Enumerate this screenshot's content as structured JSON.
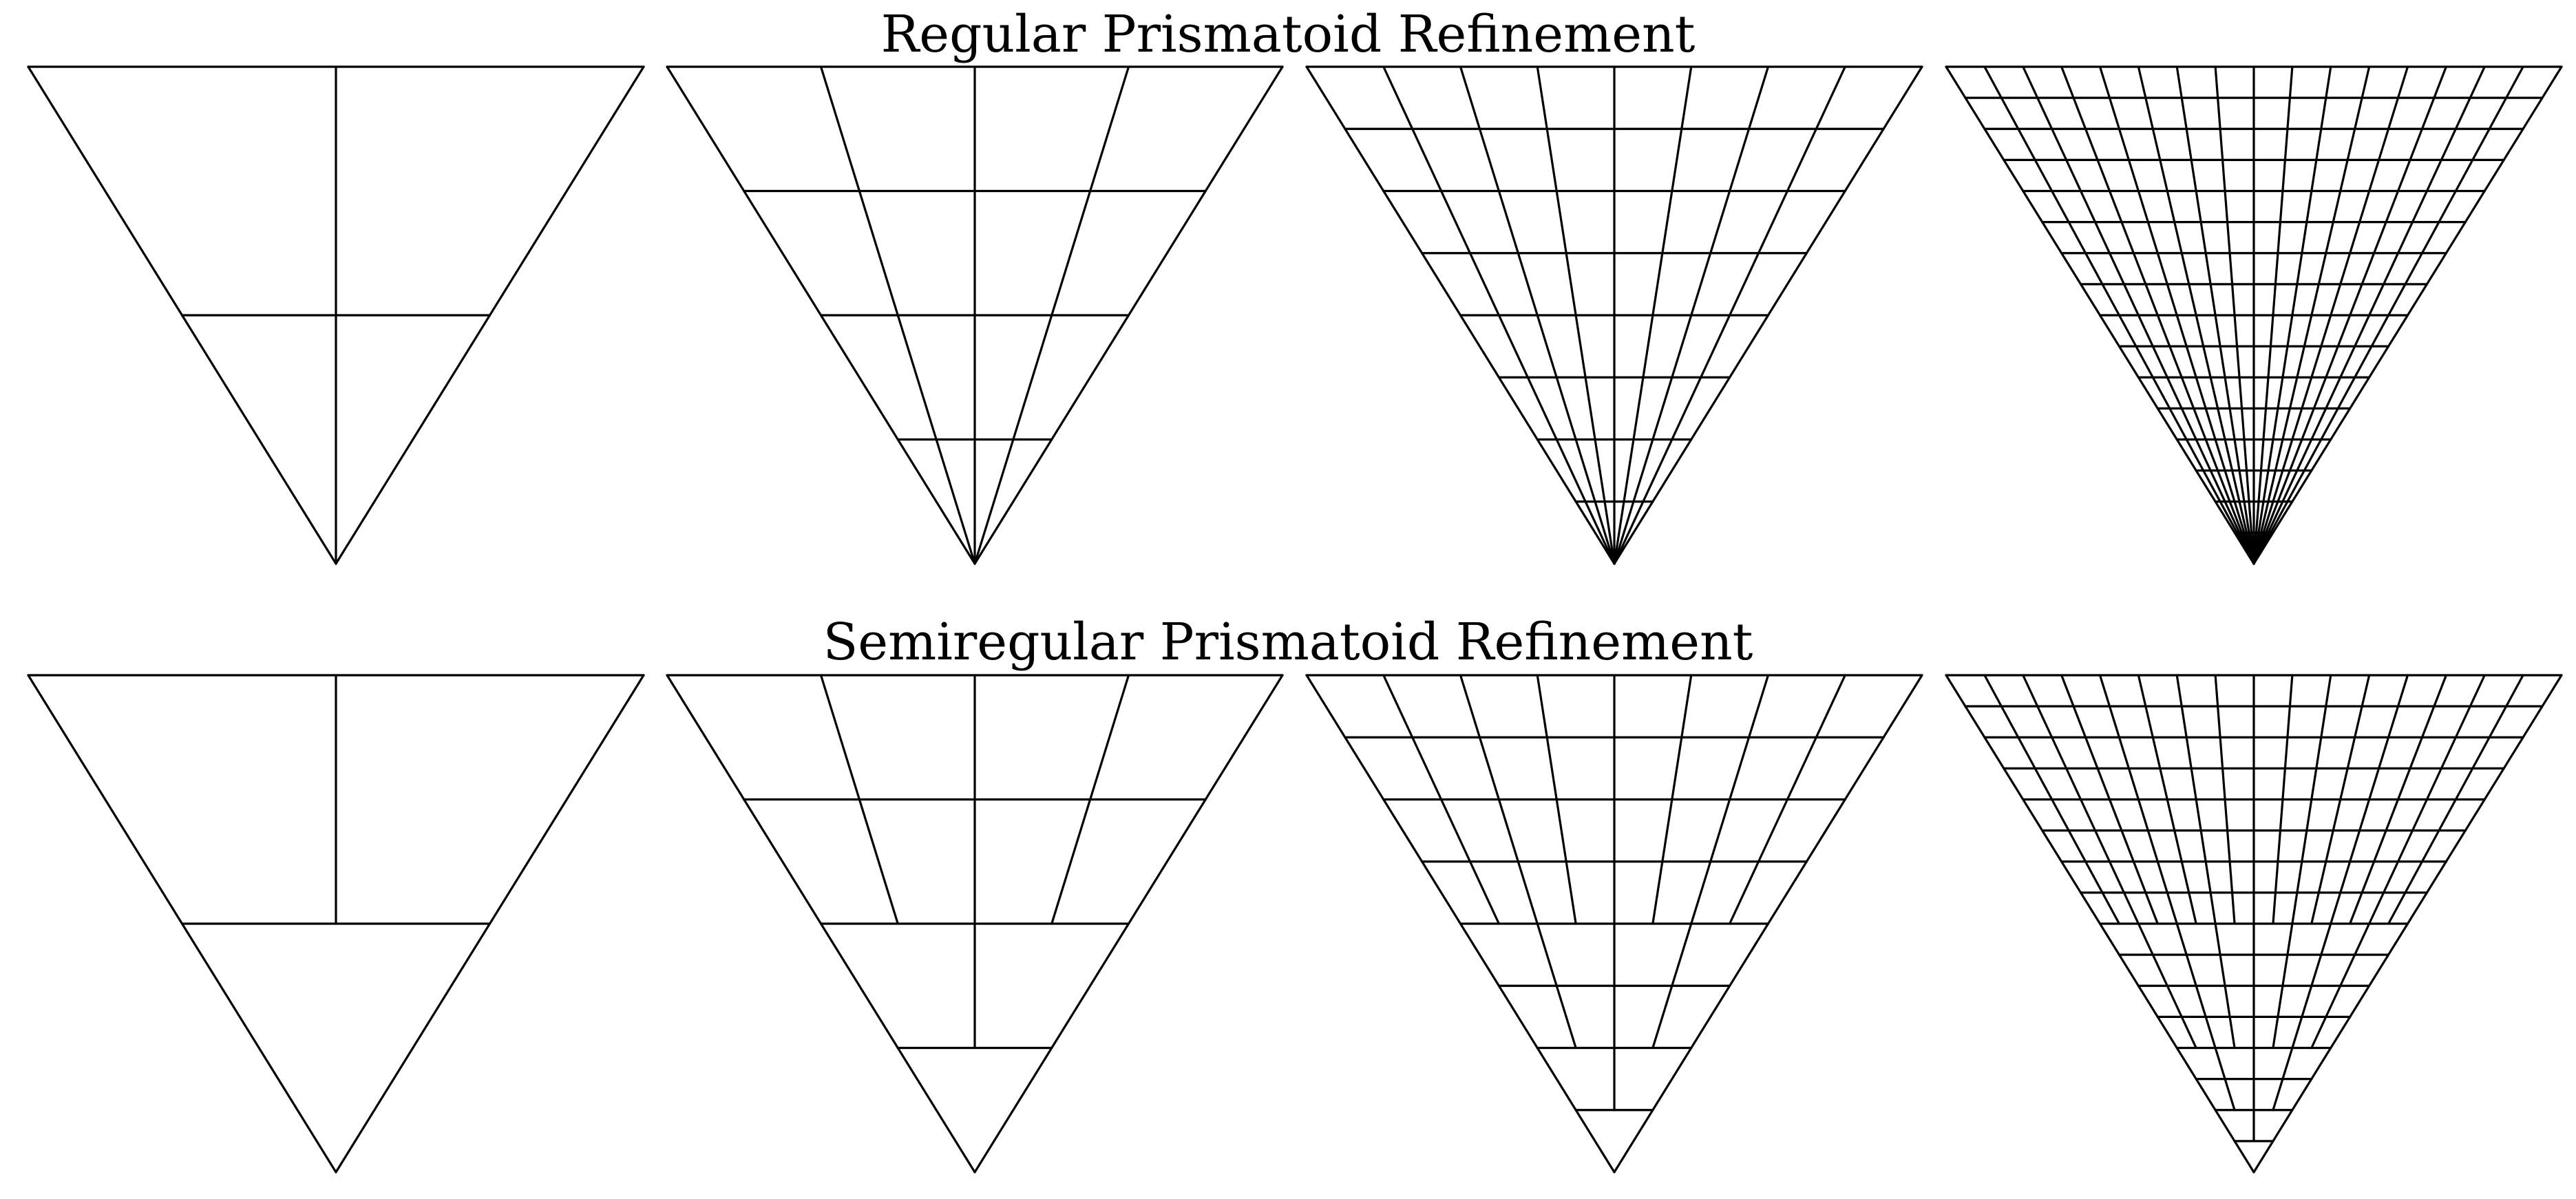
{
  "figure": {
    "rows": [
      {
        "id": "regular",
        "title": "Regular Prismatoid Refinement",
        "kind": "regular",
        "levels": [
          2,
          4,
          8,
          16
        ]
      },
      {
        "id": "semiregular",
        "title": "Semiregular Prismatoid Refinement",
        "kind": "semiregular",
        "levels": [
          2,
          4,
          8,
          16
        ]
      }
    ],
    "line_color": "#000000",
    "background": "#ffffff"
  }
}
